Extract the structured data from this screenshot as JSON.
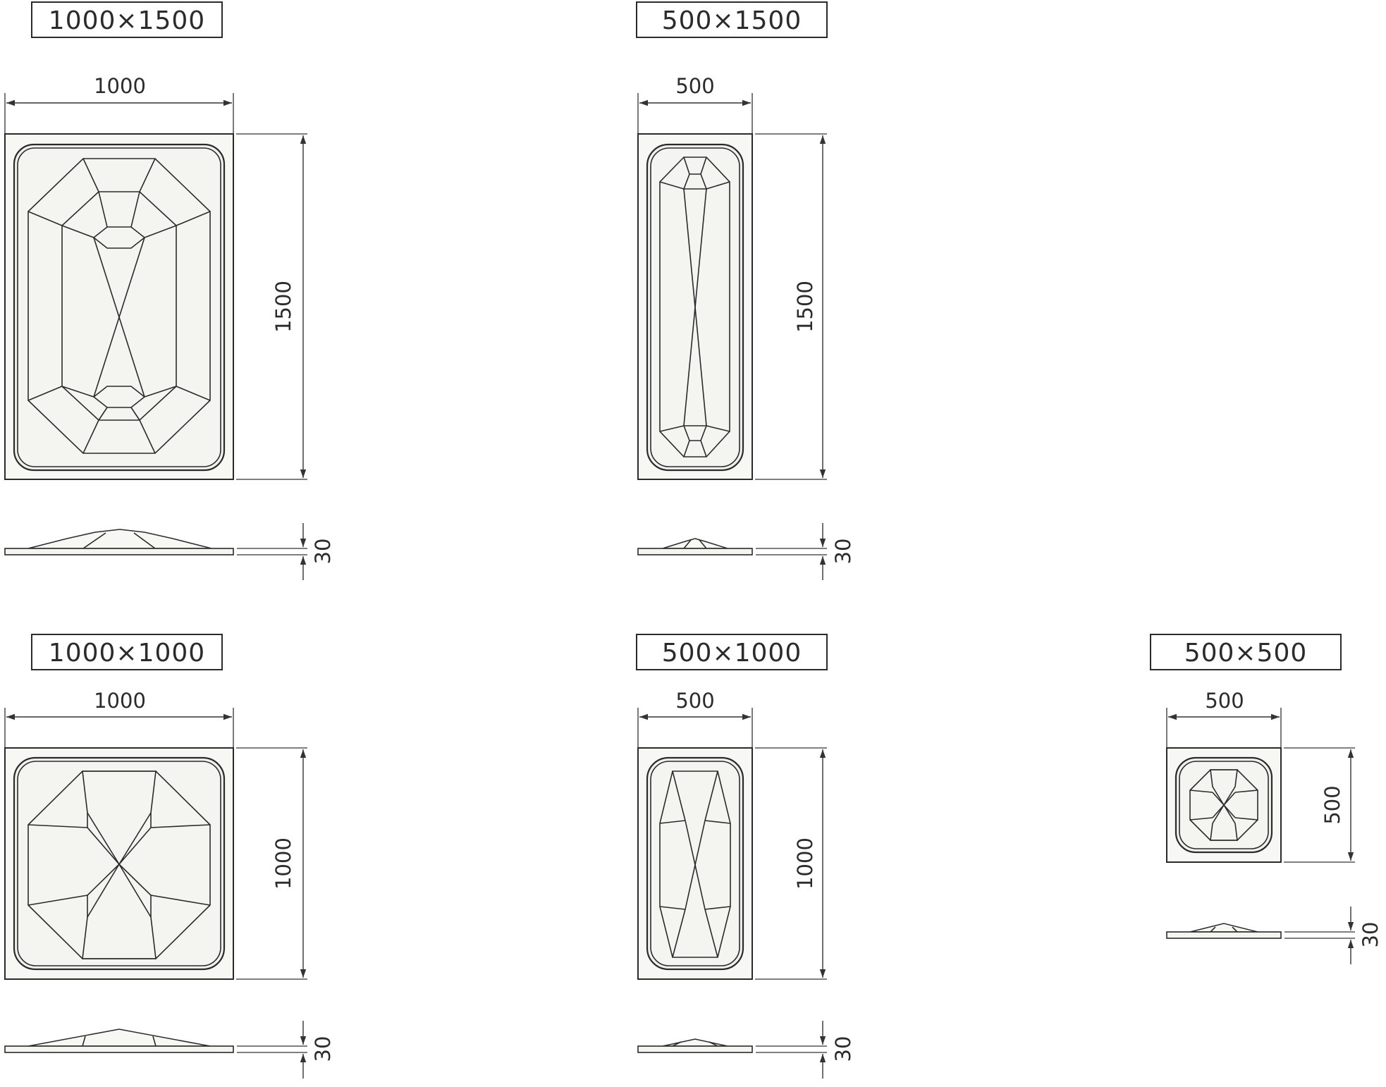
{
  "panels": [
    {
      "id": "p1000x1500",
      "label": "1000×1500",
      "width_dim": "1000",
      "height_dim": "1500",
      "thickness_dim": "30"
    },
    {
      "id": "p500x1500",
      "label": "500×1500",
      "width_dim": "500",
      "height_dim": "1500",
      "thickness_dim": "30"
    },
    {
      "id": "p1000x1000",
      "label": "1000×1000",
      "width_dim": "1000",
      "height_dim": "1000",
      "thickness_dim": "30"
    },
    {
      "id": "p500x1000",
      "label": "500×1000",
      "width_dim": "500",
      "height_dim": "1000",
      "thickness_dim": "30"
    },
    {
      "id": "p500x500",
      "label": "500×500",
      "width_dim": "500",
      "height_dim": "500",
      "thickness_dim": "30"
    }
  ]
}
